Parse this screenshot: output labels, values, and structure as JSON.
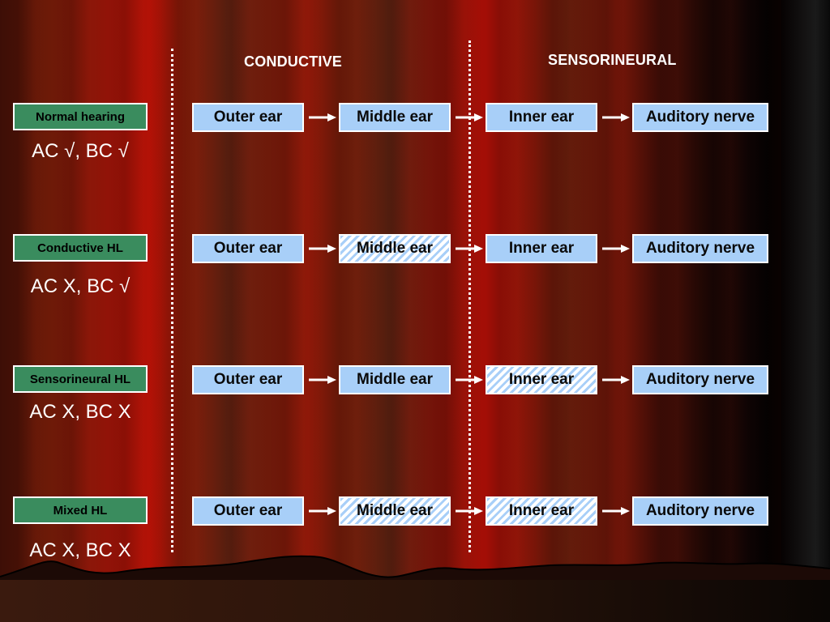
{
  "headers": {
    "conductive": "CONDUCTIVE",
    "sensorineural": "SENSORINEURAL"
  },
  "rows": [
    {
      "label": "Normal hearing",
      "result": "AC √, BC √",
      "parts": [
        {
          "name": "Outer ear",
          "damaged": false
        },
        {
          "name": "Middle ear",
          "damaged": false
        },
        {
          "name": "Inner ear",
          "damaged": false
        },
        {
          "name": "Auditory nerve",
          "damaged": false
        }
      ]
    },
    {
      "label": "Conductive HL",
      "result": "AC X, BC √",
      "parts": [
        {
          "name": "Outer ear",
          "damaged": false
        },
        {
          "name": "Middle ear",
          "damaged": true
        },
        {
          "name": "Inner ear",
          "damaged": false
        },
        {
          "name": "Auditory nerve",
          "damaged": false
        }
      ]
    },
    {
      "label": "Sensorineural HL",
      "result": "AC X, BC X",
      "parts": [
        {
          "name": "Outer ear",
          "damaged": false
        },
        {
          "name": "Middle ear",
          "damaged": false
        },
        {
          "name": "Inner ear",
          "damaged": true
        },
        {
          "name": "Auditory nerve",
          "damaged": false
        }
      ]
    },
    {
      "label": "Mixed HL",
      "result": "AC X, BC X",
      "parts": [
        {
          "name": "Outer ear",
          "damaged": false
        },
        {
          "name": "Middle ear",
          "damaged": true
        },
        {
          "name": "Inner ear",
          "damaged": true
        },
        {
          "name": "Auditory nerve",
          "damaged": false
        }
      ]
    }
  ],
  "colors": {
    "label_box": "#3a8c5e",
    "part_box": "#a8cff8",
    "divider": "#ffffff"
  }
}
